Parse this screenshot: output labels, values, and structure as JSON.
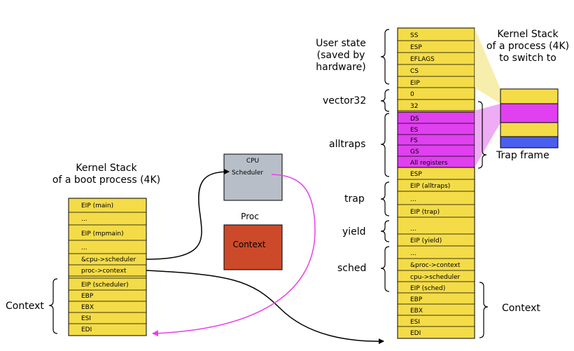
{
  "boot_stack": {
    "title_line1": "Kernel Stack",
    "title_line2": "of a boot process (4K)",
    "cells": [
      "EIP (main)",
      "...",
      "EIP (mpmain)",
      "...",
      "&cpu->scheduler",
      "proc->context",
      "EIP (scheduler)",
      "EBP",
      "EBX",
      "ESI",
      "EDI"
    ],
    "context_label": "Context"
  },
  "cpu_box": {
    "title": "CPU",
    "field": "Scheduler"
  },
  "proc_box": {
    "title": "Proc",
    "field": "Context"
  },
  "process_stack": {
    "title_line1": "Kernel Stack",
    "title_line2": "of a process (4K)",
    "title_line3": "to switch to",
    "cells": [
      "SS",
      "ESP",
      "EFLAGS",
      "CS",
      "EIP",
      "0",
      "32",
      "DS",
      "ES",
      "FS",
      "GS",
      "All registers",
      "ESP",
      "EIP (alltraps)",
      "...",
      "EIP (trap)",
      "...",
      "EIP (yield)",
      "...",
      "&proc->context",
      "cpu->scheduler",
      "EIP (sched)",
      "EBP",
      "EBX",
      "ESI",
      "EDI"
    ]
  },
  "brace_labels": {
    "user_state_1": "User state",
    "user_state_2": "(saved by",
    "user_state_3": "hardware)",
    "vector32": "vector32",
    "alltraps": "alltraps",
    "trap": "trap",
    "yield": "yield",
    "sched": "sched",
    "trap_frame": "Trap frame",
    "context": "Context"
  },
  "colors": {
    "stack_yellow": "#f4dc48",
    "trap_magenta": "#e040f0",
    "mini_blue": "#4a5ef0",
    "cpu_gray": "#b8bec8",
    "proc_red": "#cc4a2a",
    "arrow_magenta": "#e840e8"
  }
}
